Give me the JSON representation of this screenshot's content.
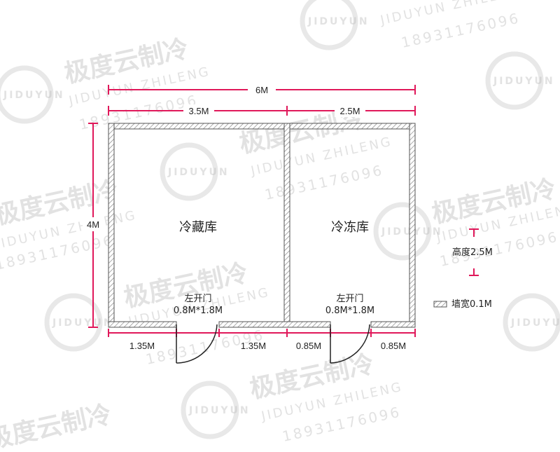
{
  "colors": {
    "dimension_line": "#e0185a",
    "wall_stroke": "#555555",
    "hatch": "#888888",
    "watermark": "#bfbfbf"
  },
  "dimensions": {
    "total_width": "6M",
    "left_width": "3.5M",
    "right_width": "2.5M",
    "height": "4M",
    "seg_1": "1.35M",
    "seg_2": "1.35M",
    "seg_3": "0.85M",
    "seg_4": "0.85M"
  },
  "rooms": {
    "left_name": "冷藏库",
    "right_name": "冷冻库"
  },
  "doors": {
    "left_label": "左开门",
    "left_size": "0.8M*1.8M",
    "right_label": "左开门",
    "right_size": "0.8M*1.8M"
  },
  "legend": {
    "height_label": "高度2.5M",
    "wall_label": "墙宽0.1M"
  },
  "watermark": {
    "brand_cn": "极度云制冷",
    "brand_en": "JIDUYUN ZHILENG",
    "phone": "18931176096",
    "logo_text": "JIDUYUN"
  }
}
